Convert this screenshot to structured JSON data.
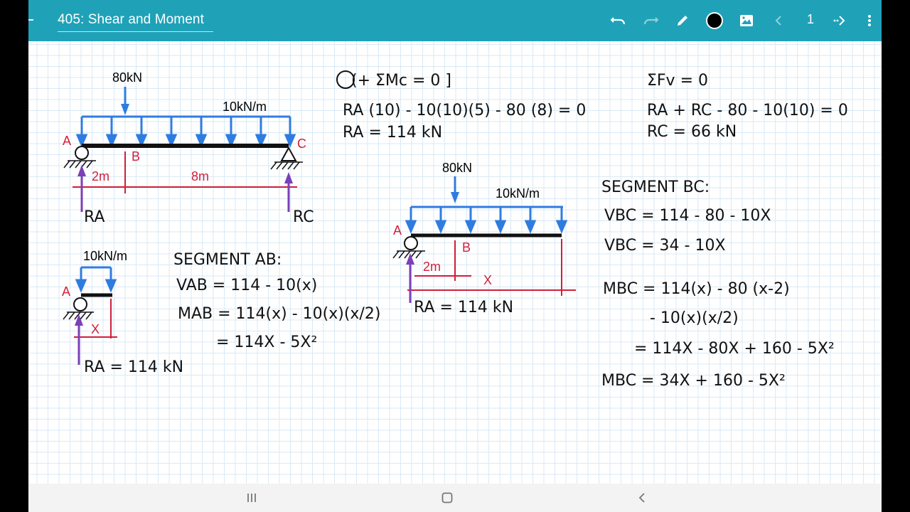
{
  "app": {
    "title": "405: Shear and Moment",
    "page_number": "1"
  },
  "toolbar": {
    "icons": [
      "undo-icon",
      "redo-icon",
      "pen-icon",
      "color-swatch-icon",
      "image-icon",
      "prev-page-icon",
      "next-page-icon",
      "more-icon"
    ],
    "active_color": "#000000"
  },
  "colors": {
    "app_bar": "#1fa2b8",
    "load": "#2f7ce0",
    "dimension": "#d11f3b",
    "reaction": "#7b3fb8",
    "ink": "#111111"
  },
  "diagram1": {
    "point_load": "80kN",
    "dist_load": "10kN/m",
    "pt_a": "A",
    "pt_b": "B",
    "pt_c": "C",
    "dim_ab": "2m",
    "dim_bc": "8m",
    "reaction_a": "RA",
    "reaction_c": "RC"
  },
  "diagram2": {
    "dist_load": "10kN/m",
    "pt_a": "A",
    "x": "X",
    "reaction_a": "RA = 114 kN"
  },
  "diagram3": {
    "point_load": "80kN",
    "dist_load": "10kN/m",
    "pt_a": "A",
    "pt_b": "B",
    "dim_ab": "2m",
    "x": "X",
    "reaction_a": "RA = 114 kN"
  },
  "equations": {
    "moment_sum": "(+ ΣMc = 0 ]",
    "moment_eq": "RA (10) - 10(10)(5) - 80 (8) = 0",
    "ra_result": "RA = 114 kN",
    "force_sum": "ΣFv = 0",
    "force_eq": "RA + RC - 80 - 10(10) = 0",
    "rc_result": "RC = 66 kN",
    "seg_ab_title": "SEGMENT AB:",
    "vab": "VAB = 114 - 10(x)",
    "mab_1": "MAB = 114(x) - 10(x)(x/2)",
    "mab_2": "= 114X - 5X²",
    "seg_bc_title": "SEGMENT BC:",
    "vbc_1": "VBC = 114 - 80 - 10X",
    "vbc_2": "VBC = 34 - 10X",
    "mbc_1": "MBC = 114(x) - 80 (x-2)",
    "mbc_2": "- 10(x)(x/2)",
    "mbc_3": "= 114X - 80X + 160 - 5X²",
    "mbc_4": "MBC = 34X + 160 - 5X²"
  }
}
